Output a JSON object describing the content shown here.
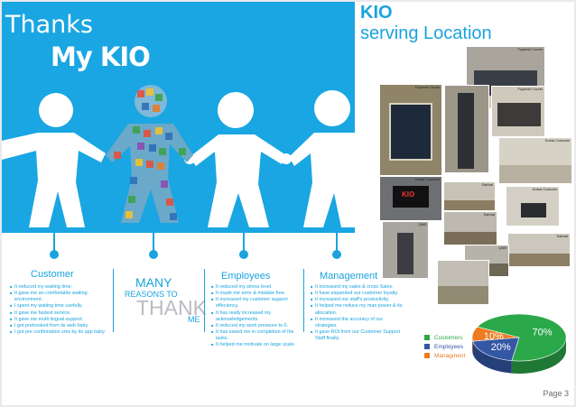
{
  "header": {
    "thanks": "Thanks",
    "brand": "My KIO"
  },
  "gallery": {
    "title": "KIO",
    "subtitle": "serving Location",
    "photo_labels": [
      "Fujairah Courts",
      "Fujairah Courts",
      "Dubai Customs",
      "Fujairah Courts",
      "Dubai Customs",
      "Sabhai",
      "Sabhai",
      "QNB",
      "Sabhai",
      "QNB"
    ],
    "screen_logo": "KIO"
  },
  "sections": {
    "customer": {
      "title": "Customer",
      "bullets": [
        "It reduced my waiting time.",
        "It gave me an comfortable waiting environment.",
        "I spent my waiting time usefully.",
        "It gave me fastest service.",
        "It gave me multi lingual support.",
        "I got prebooked from its web baby.",
        "I got pre confirmation sms by its app baby."
      ]
    },
    "reasons": {
      "many": "MANY",
      "reasons_to": "REASONS TO",
      "thank": "THANK",
      "me": "ME"
    },
    "employees": {
      "title": "Employees",
      "bullets": [
        "It reduced my stress level.",
        "It made me error & mistake free.",
        "It increased my customer support effeciency.",
        "It has really increased my acknowledgements.",
        "It reduced my work pressure to 0.",
        "It has eased me in completion of the tasks.",
        "It helped me motivate on large scale."
      ]
    },
    "management": {
      "title": "Management",
      "bullets": [
        "It increased my sales & cross Sales.",
        "It have expanded our customer loyalty.",
        "It increased our staff's productivity.",
        "It helped me reduce my man power & its allocation.",
        "It increased the accuracy of our strategies.",
        "It gave ROI from our Customer Support Staff finally."
      ]
    }
  },
  "chart_data": {
    "type": "pie",
    "title": "",
    "categories": [
      "Customers",
      "Employees",
      "Managment"
    ],
    "values": [
      70,
      20,
      10
    ],
    "labels": [
      "70%",
      "20%",
      "10%"
    ],
    "colors": [
      "#2ba84a",
      "#3457a6",
      "#ec7b22"
    ],
    "legend": "left"
  },
  "footer": {
    "page": "Page 3"
  }
}
